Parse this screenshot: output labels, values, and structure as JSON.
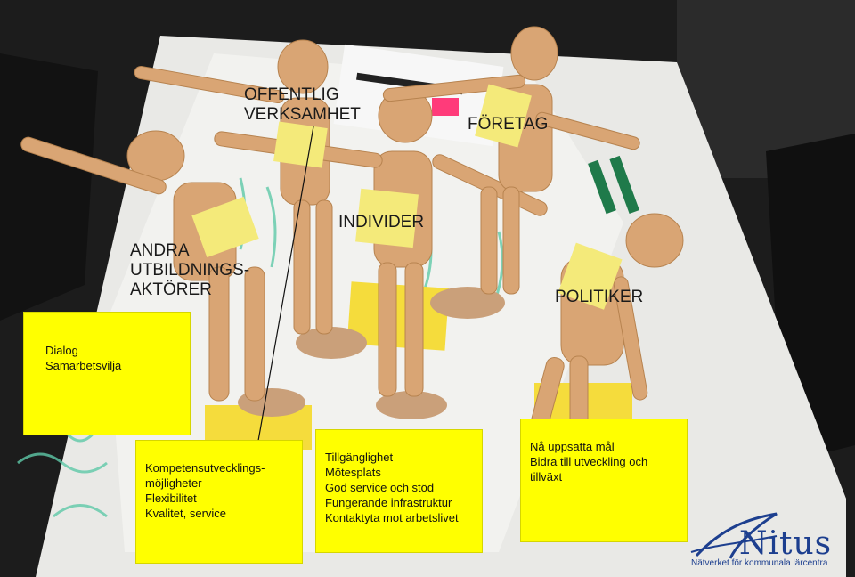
{
  "labels": {
    "offentlig": "OFFENTLIG\nVERKSAMHET",
    "foretag": "FÖRETAG",
    "individer": "INDIVIDER",
    "andra": "ANDRA\nUTBILDNINGS-\nAKTÖRER",
    "politiker": "POLITIKER"
  },
  "notes": {
    "dialog": "Dialog\nSamarbetsvilja",
    "kompetens": "Kompetensutvecklings-\nmöjligheter\nFlexibilitet\nKvalitet, service",
    "tillganglighet": "Tillgänglighet\nMötesplats\nGod service och stöd\nFungerande infrastruktur\nKontaktyta mot arbetslivet",
    "uppsatta": "Nå uppsatta mål\nBidra till utveckling och\ntillväxt"
  },
  "logo": {
    "word": "Nitus",
    "tagline": "Nätverket för kommunala lärcentra"
  },
  "colors": {
    "note": "#ffff00",
    "table": "#e8e8e4",
    "wood": "#d9a574",
    "logo": "#1d3f8f"
  }
}
